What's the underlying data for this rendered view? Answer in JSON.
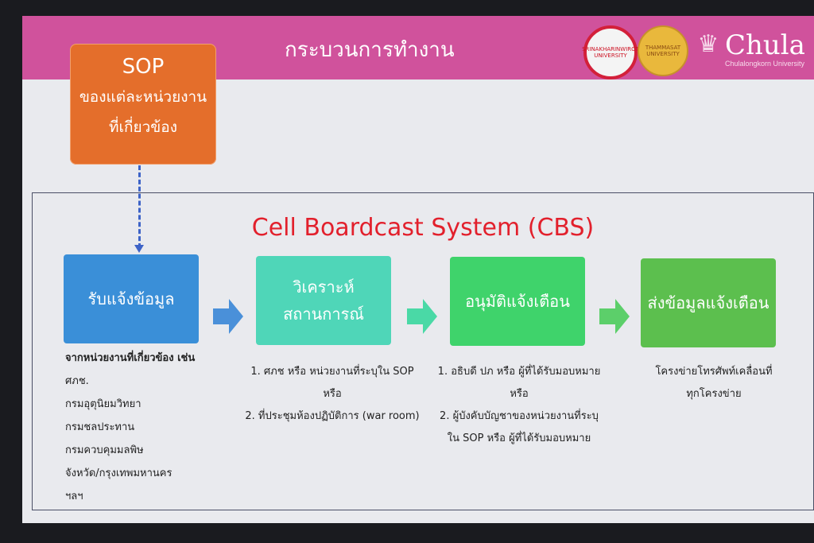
{
  "header": {
    "title": "กระบวนการทำงาน"
  },
  "logos": {
    "swu": "SRINAKHARINWIROT UNIVERSITY",
    "tu": "THAMMASAT UNIVERSITY",
    "chula": "Chula",
    "chula_sub": "Chulalongkorn University"
  },
  "sop": {
    "title": "SOP",
    "subtitle_1": "ของแต่ละหน่วยงาน",
    "subtitle_2": "ที่เกี่ยวข้อง"
  },
  "system_title": "Cell Boardcast System (CBS)",
  "colors": {
    "header": "#d0529c",
    "sop": "#e46e2b",
    "step1": "#3a8fd8",
    "step2": "#4fd6b8",
    "step3": "#3fd36b",
    "step4": "#5cbf4e",
    "arrow": "#4a90d9",
    "title": "#e2202c"
  },
  "steps": [
    {
      "label": "รับแจ้งข้อมูล"
    },
    {
      "label_1": "วิเคราะห์",
      "label_2": "สถานการณ์"
    },
    {
      "label": "อนุมัติแจ้งเตือน"
    },
    {
      "label": "ส่งข้อมูลแจ้งเตือน"
    }
  ],
  "sources": {
    "heading": "จากหน่วยงานที่เกี่ยวข้อง เช่น",
    "items": [
      "ศภช.",
      "กรมอุตุนิยมวิทยา",
      "กรมชลประทาน",
      "กรมควบคุมมลพิษ",
      "จังหวัด/กรุงเทพมหานคร",
      "ฯลฯ"
    ]
  },
  "analyze_desc": [
    "1. ศภช หรือ หน่วยงานที่ระบุใน SOP",
    "หรือ",
    "2. ที่ประชุมห้องปฏิบัติการ (war room)"
  ],
  "approve_desc": [
    "1. อธิบดี ปภ หรือ ผู้ที่ได้รับมอบหมาย",
    "หรือ",
    "2. ผู้บังคับบัญชาของหน่วยงานที่ระบุ",
    "ใน SOP หรือ ผู้ที่ได้รับมอบหมาย"
  ],
  "send_desc": [
    "โครงข่ายโทรศัพท์เคลื่อนที่",
    "ทุกโครงข่าย"
  ]
}
